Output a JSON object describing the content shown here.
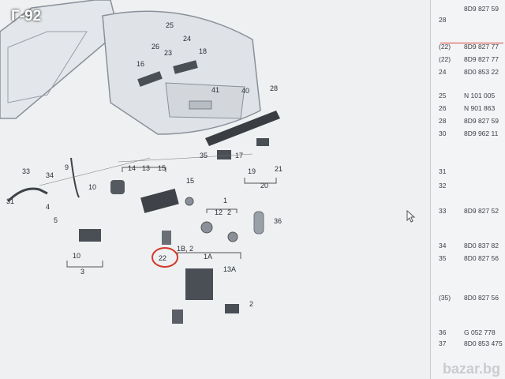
{
  "overlay": {
    "tag": "Г-92",
    "watermark": "bazar.bg"
  },
  "diagram": {
    "callouts": [
      "25",
      "24",
      "26",
      "23",
      "16",
      "18",
      "41",
      "40",
      "28",
      "17",
      "35",
      "19",
      "21",
      "20",
      "33",
      "34",
      "9",
      "10",
      "14",
      "13",
      "15",
      "31",
      "4",
      "5",
      "10",
      "3",
      "15",
      "1",
      "12",
      "2",
      "22",
      "36",
      "1A",
      "1B, 2",
      "13A",
      "2"
    ],
    "highlighted": "22"
  },
  "table": {
    "rows": [
      {
        "pos": "",
        "pn": "8D9 827 59"
      },
      {
        "pos": "28",
        "pn": ""
      },
      {
        "pos": "(22)",
        "pn": "8D9 827 77"
      },
      {
        "pos": "(22)",
        "pn": "8D9 827 77"
      },
      {
        "pos": "24",
        "pn": "8D0 853 22"
      },
      {
        "pos": "25",
        "pn": "N  101 005"
      },
      {
        "pos": "26",
        "pn": "N  901 863"
      },
      {
        "pos": "28",
        "pn": "8D9 827 59"
      },
      {
        "pos": "30",
        "pn": "8D9 962 11"
      },
      {
        "pos": "31",
        "pn": ""
      },
      {
        "pos": "32",
        "pn": ""
      },
      {
        "pos": "33",
        "pn": "8D9 827 52"
      },
      {
        "pos": "34",
        "pn": "8D0 837 82"
      },
      {
        "pos": "35",
        "pn": "8D0 827 56"
      },
      {
        "pos": "(35)",
        "pn": "8D0 827 56"
      },
      {
        "pos": "36",
        "pn": "G  052 778"
      },
      {
        "pos": "37",
        "pn": "8D0 853 475"
      }
    ]
  }
}
